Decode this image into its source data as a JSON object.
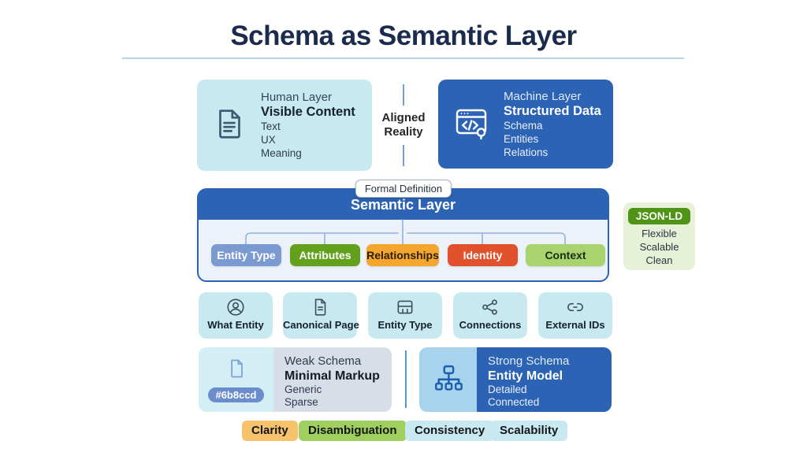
{
  "title": "Schema as Semantic Layer",
  "top": {
    "human": {
      "subtitle": "Human Layer",
      "heading": "Visible Content",
      "items": [
        "Text",
        "UX",
        "Meaning"
      ]
    },
    "aligned_label": "Aligned Reality",
    "machine": {
      "subtitle": "Machine Layer",
      "heading": "Structured Data",
      "items": [
        "Schema",
        "Entities",
        "Relations"
      ]
    }
  },
  "semantic": {
    "floating_badge": "Formal Definition",
    "header": "Semantic Layer",
    "pills": [
      {
        "label": "Entity Type",
        "bg": "#7b9ad2",
        "fg": "#ffffff"
      },
      {
        "label": "Attributes",
        "bg": "#63a11d",
        "fg": "#ffffff"
      },
      {
        "label": "Relationships",
        "bg": "#f4a62e",
        "fg": "#2b2008"
      },
      {
        "label": "Identity",
        "bg": "#e0512c",
        "fg": "#ffffff"
      },
      {
        "label": "Context",
        "bg": "#a8d46e",
        "fg": "#1d2b12"
      }
    ]
  },
  "jsonld": {
    "badge": "JSON-LD",
    "badge_bg": "#4f9416",
    "items": [
      "Flexible",
      "Scalable",
      "Clean"
    ]
  },
  "features": [
    {
      "label": "What Entity",
      "icon": "user-circle-icon"
    },
    {
      "label": "Canonical Page",
      "icon": "document-icon"
    },
    {
      "label": "Entity Type",
      "icon": "table-icon"
    },
    {
      "label": "Connections",
      "icon": "share-nodes-icon"
    },
    {
      "label": "External IDs",
      "icon": "link-icon"
    }
  ],
  "weak": {
    "badge": "#6b8ccd",
    "badge_bg": "#6b8ccd",
    "subtitle": "Weak Schema",
    "heading": "Minimal Markup",
    "items": [
      "Generic",
      "Sparse"
    ]
  },
  "strong": {
    "subtitle": "Strong Schema",
    "heading": "Entity Model",
    "items": [
      "Detailed",
      "Connected"
    ]
  },
  "footer": [
    {
      "label": "Clarity",
      "bg": "#f6c36c"
    },
    {
      "label": "Disambiguation",
      "bg": "#9fd05f"
    },
    {
      "label": "Consistency",
      "bg": "#c8e9f2"
    },
    {
      "label": "Scalability",
      "bg": "#c8e9f2"
    }
  ],
  "colors": {
    "accent_blue": "#2c63b4",
    "light_blue": "#c9e9f1",
    "connector": "#8fb3e0",
    "title_navy": "#1b2b4d"
  }
}
